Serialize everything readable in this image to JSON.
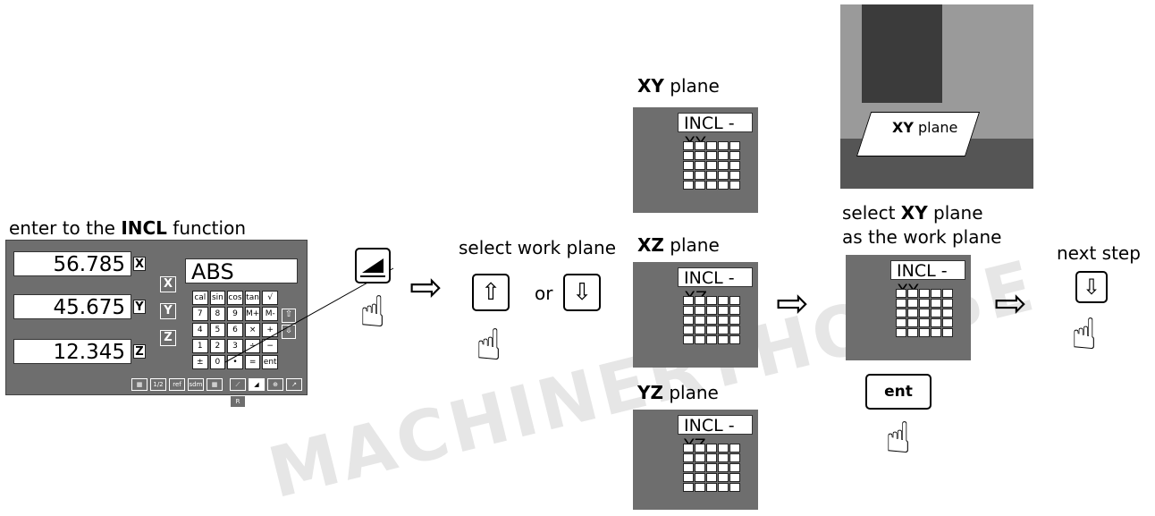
{
  "step1": {
    "label_pre": "enter to the ",
    "label_bold": "INCL",
    "label_post": " function"
  },
  "main_dro": {
    "x_value": "56.785",
    "y_value": "45.675",
    "z_value": "12.345",
    "axis_keys": [
      "X",
      "Y",
      "Z"
    ],
    "axis_buttons": [
      "X",
      "Y",
      "Z"
    ],
    "mode": "ABS",
    "keypad": [
      "cal",
      "sin",
      "cos",
      "tan",
      "√",
      "7",
      "8",
      "9",
      "M+",
      "M-",
      "4",
      "5",
      "6",
      "×",
      "+",
      "1",
      "2",
      "3",
      "÷",
      "−",
      "±",
      "0",
      "•",
      "=",
      "ent"
    ],
    "func_row": [
      "1/2",
      "ref",
      "sdm"
    ],
    "r_key": "R"
  },
  "step2": {
    "label": "select work plane",
    "or": "or"
  },
  "planes": [
    {
      "bold": "XY",
      "rest": " plane",
      "display": "INCL -XY"
    },
    {
      "bold": "XZ",
      "rest": " plane",
      "display": "INCL -XZ"
    },
    {
      "bold": "YZ",
      "rest": " plane",
      "display": "INCL -YZ"
    }
  ],
  "photo": {
    "bold": "XY",
    "rest": " plane"
  },
  "step3": {
    "line1_pre": "select ",
    "line1_bold": "XY",
    "line1_post": " plane",
    "line2": "as the work plane",
    "display": "INCL -XY",
    "ent_key": "ent"
  },
  "step4": {
    "label": "next step"
  },
  "watermark": "MACHINERYHOUSE"
}
